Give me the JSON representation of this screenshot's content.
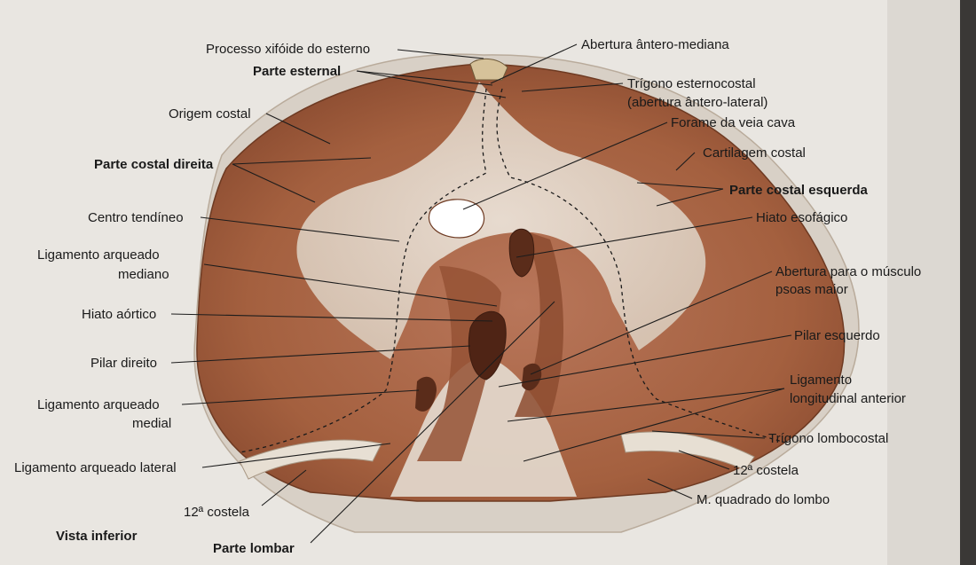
{
  "colors": {
    "background": "#e9e6e1",
    "muscle": "#a4603f",
    "muscle_dark": "#7e4228",
    "tendon": "#e2d8cc",
    "text": "#1a1a1a"
  },
  "labels": {
    "processo_xifoide": "Processo xifóide do esterno",
    "parte_esternal": "Parte esternal",
    "origem_costal": "Origem costal",
    "parte_costal_direita": "Parte costal direita",
    "centro_tendineo": "Centro tendíneo",
    "lig_arqueado_mediano_1": "Ligamento arqueado",
    "lig_arqueado_mediano_2": "mediano",
    "hiato_aortico": "Hiato aórtico",
    "pilar_direito": "Pilar direito",
    "lig_arqueado_medial_1": "Ligamento arqueado",
    "lig_arqueado_medial_2": "medial",
    "lig_arqueado_lateral": "Ligamento arqueado lateral",
    "costela_12_dir": "12ª costela",
    "vista_inferior": "Vista inferior",
    "parte_lombar": "Parte lombar",
    "abertura_antero_mediana": "Abertura ântero-mediana",
    "trigono_esternocostal_1": "Trígono esternocostal",
    "trigono_esternocostal_2": "(abertura ântero-lateral)",
    "forame_veia_cava": "Forame da veia cava",
    "cartilagem_costal": "Cartilagem costal",
    "parte_costal_esquerda": "Parte costal esquerda",
    "hiato_esofagico": "Hiato esofágico",
    "abertura_psoas_1": "Abertura para o músculo",
    "abertura_psoas_2": "psoas maior",
    "pilar_esquerdo": "Pilar esquerdo",
    "lig_longitudinal_1": "Ligamento",
    "lig_longitudinal_2": "longitudinal anterior",
    "trigono_lombocostal": "Trígono lombocostal",
    "costela_12_esq": "12ª costela",
    "quadrado_lombo": "M. quadrado do lombo"
  }
}
